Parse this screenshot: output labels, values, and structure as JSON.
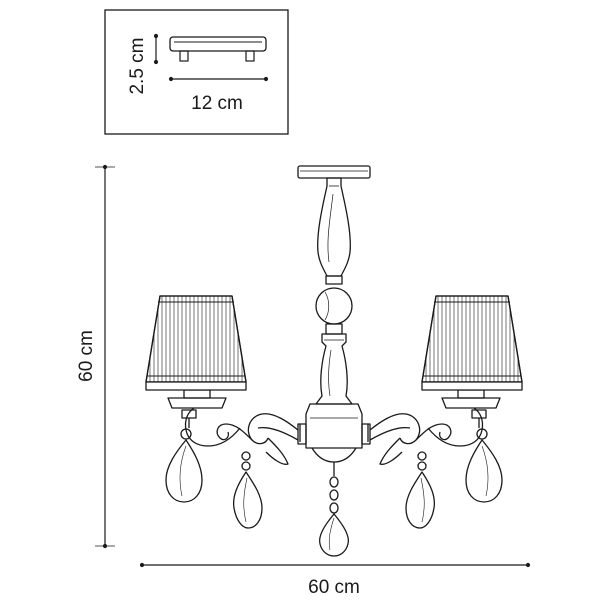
{
  "mount_inset": {
    "height_label": "2.5 cm",
    "width_label": "12 cm"
  },
  "main_dimensions": {
    "height_label": "60 cm",
    "width_label": "60 cm"
  },
  "colors": {
    "line": "#1a1a1a",
    "background": "#ffffff"
  }
}
